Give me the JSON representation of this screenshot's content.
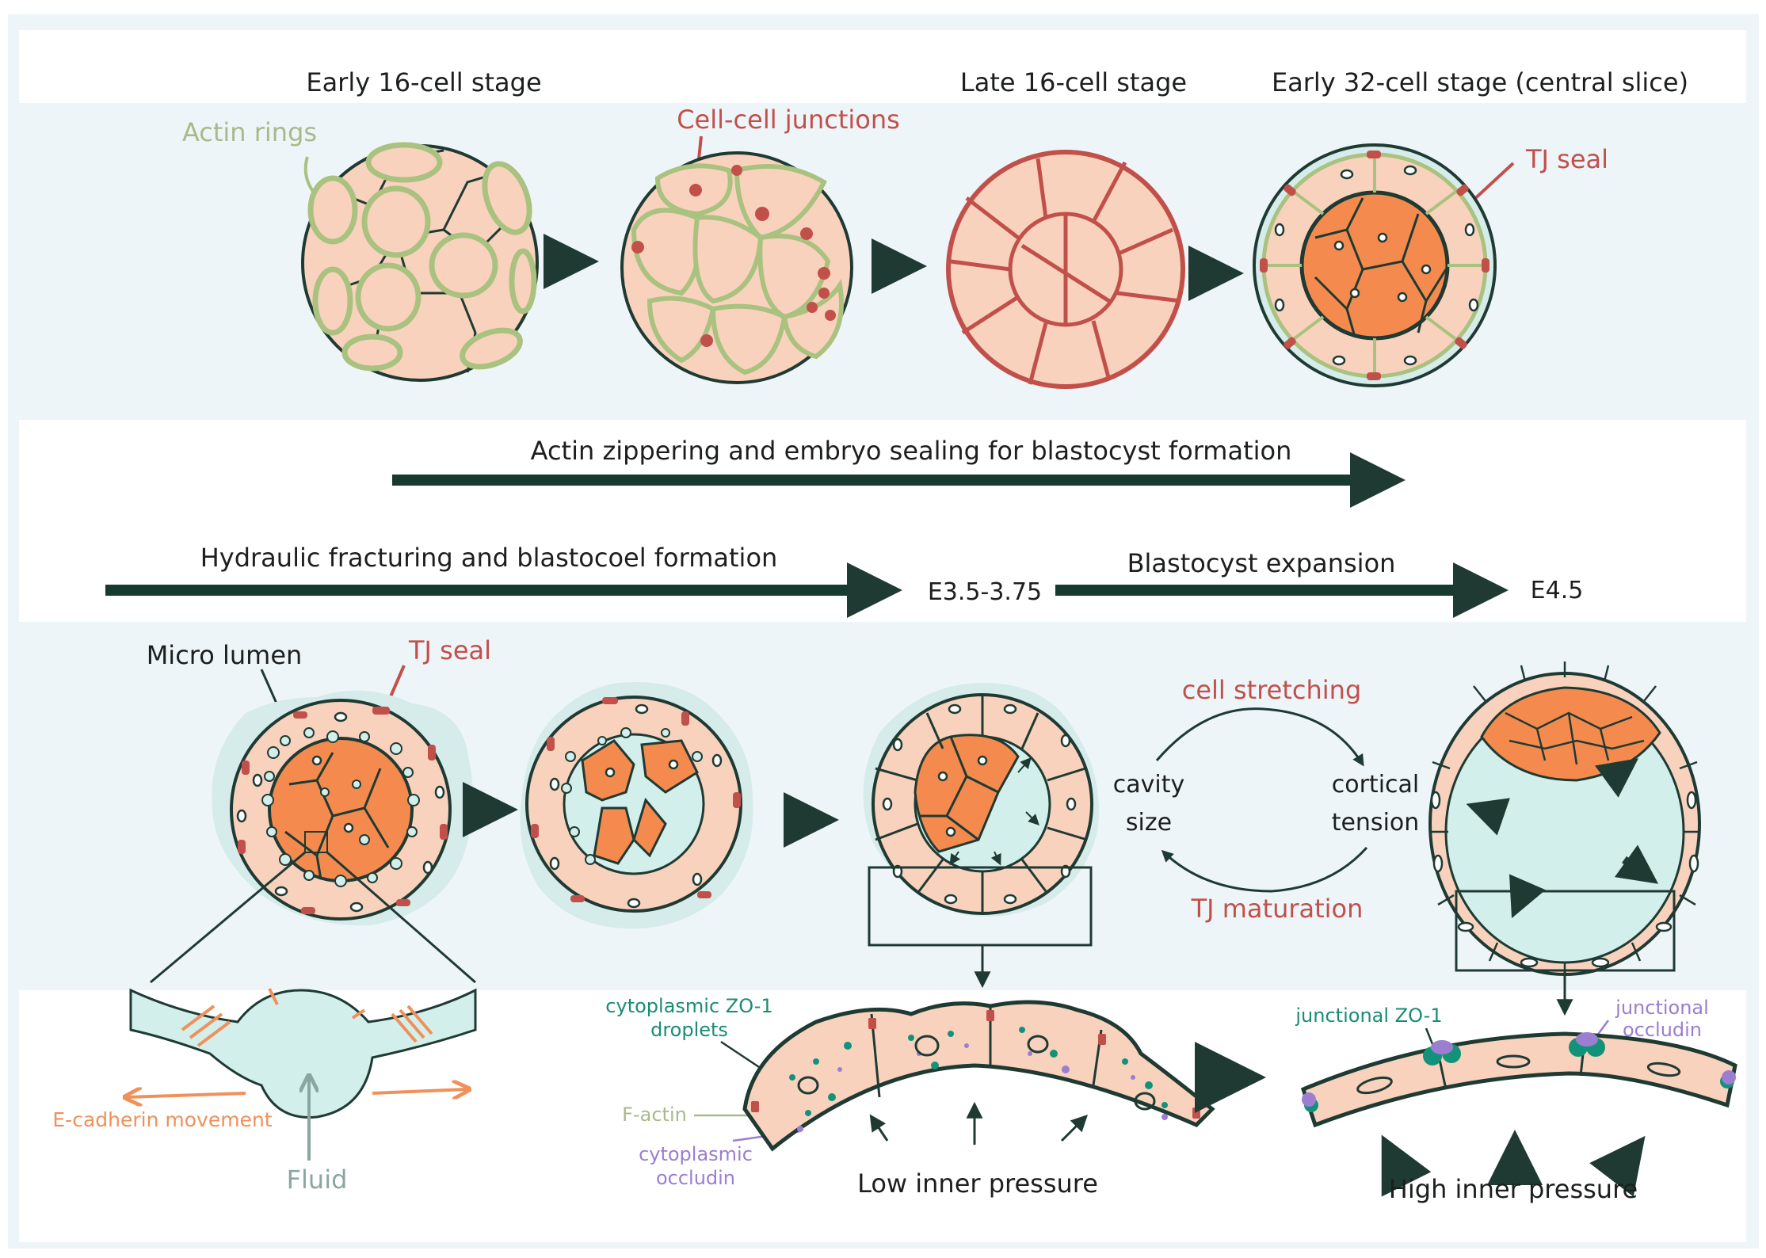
{
  "colors": {
    "panel": "#eef5f9",
    "cell_fill": "#f9d2bd",
    "icm_fill": "#f58a4e",
    "outline": "#1f3a33",
    "actin": "#a9c27f",
    "junction": "#c1504a",
    "arrow": "#173a30",
    "halo": "#d5ecea",
    "fluid": "#d3efec",
    "zo1": "#13927a",
    "occludin": "#9b7ed0",
    "ecad": "#f0905a"
  },
  "top_row": {
    "stage1": "Early 16-cell stage",
    "stage3": "Late 16-cell stage",
    "stage4": "Early 32-cell stage (central slice)",
    "actin_rings": "Actin rings",
    "cell_junctions": "Cell-cell junctions",
    "tj_seal": "TJ seal"
  },
  "timeline": {
    "sealing": "Actin zippering and embryo sealing for blastocyst formation",
    "fracturing": "Hydraulic fracturing and blastocoel formation",
    "e1": "E3.5-3.75",
    "expansion": "Blastocyst expansion",
    "e2": "E4.5"
  },
  "middle_row": {
    "micro_lumen": "Micro lumen",
    "tj_seal": "TJ seal",
    "loop_top": "cell stretching",
    "loop_left_1": "cavity",
    "loop_left_2": "size",
    "loop_right_1": "cortical",
    "loop_right_2": "tension",
    "loop_bottom": "TJ maturation"
  },
  "bottom_row": {
    "ecad_movement": "E-cadherin movement",
    "fluid": "Fluid",
    "zo1_cyto_1": "cytoplasmic ZO-1",
    "zo1_cyto_2": "droplets",
    "factin": "F-actin",
    "occludin_cyto_1": "cytoplasmic",
    "occludin_cyto_2": "occludin",
    "low_pressure": "Low inner pressure",
    "zo1_junc": "junctional ZO-1",
    "occludin_junc_1": "junctional",
    "occludin_junc_2": "occludin",
    "high_pressure": "High inner pressure"
  }
}
